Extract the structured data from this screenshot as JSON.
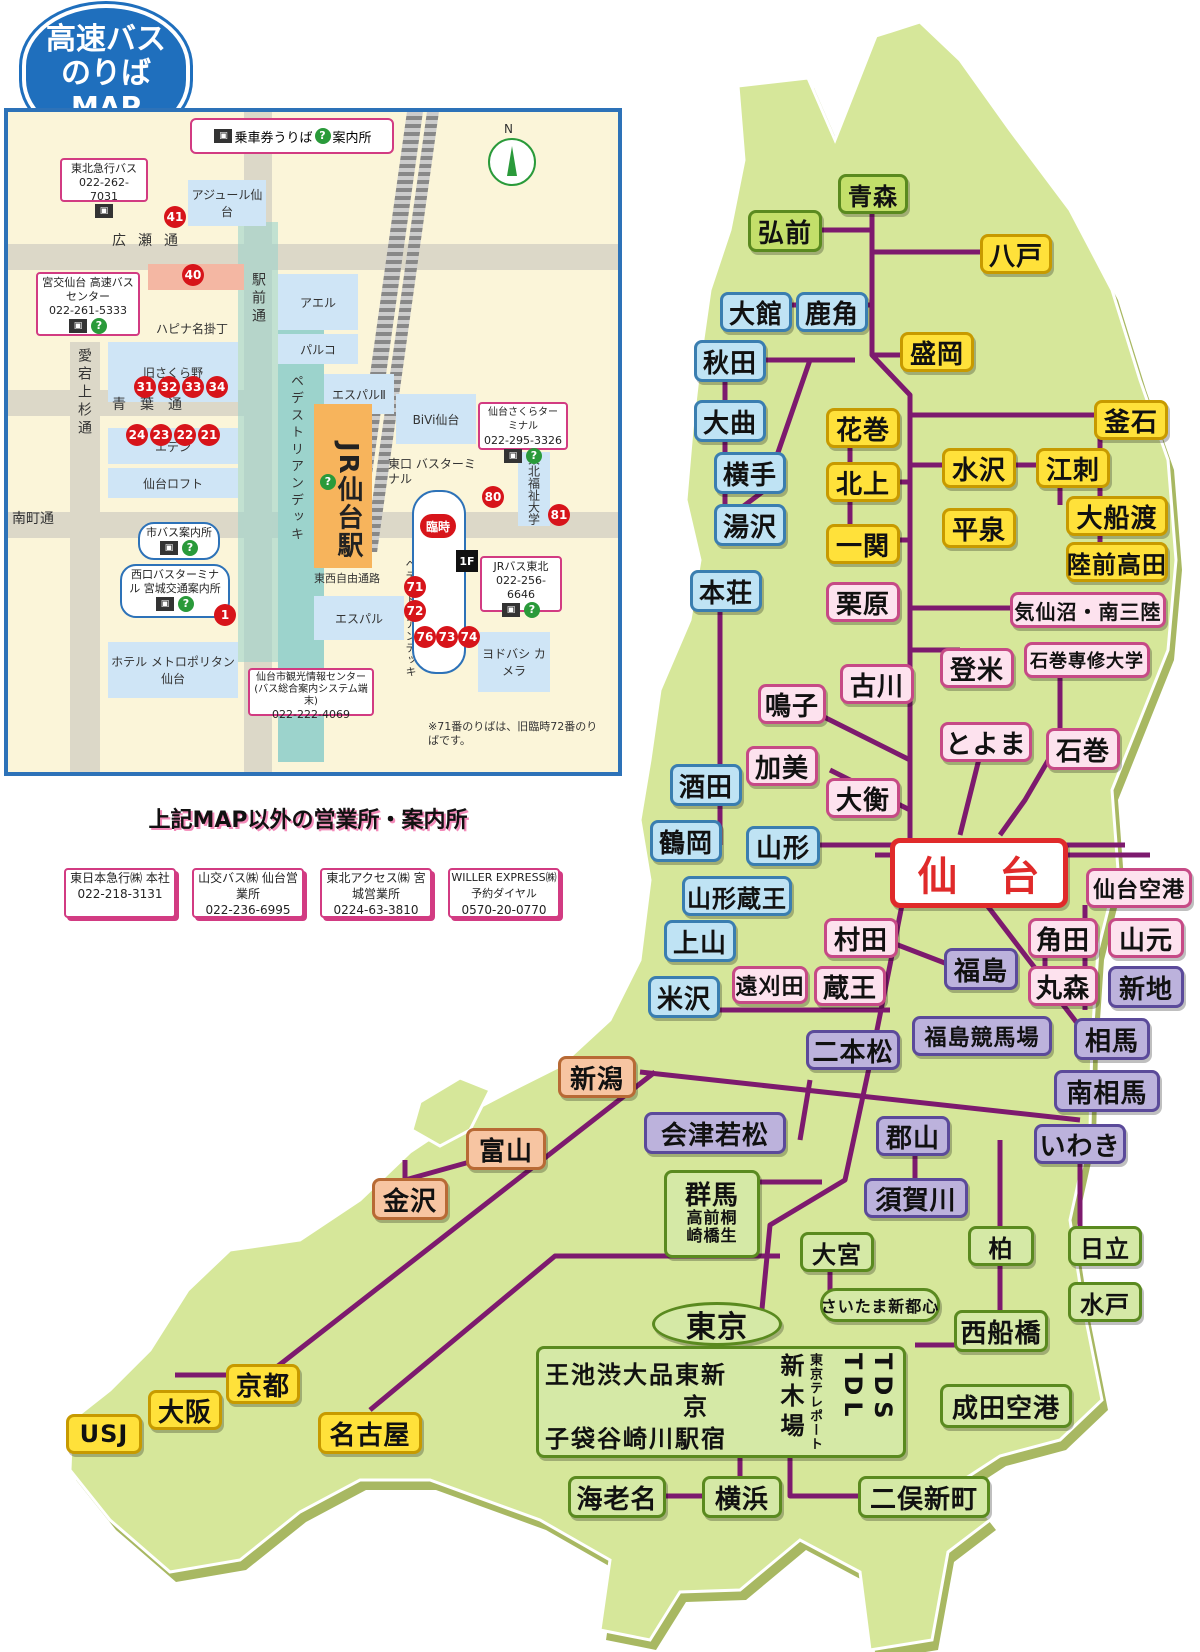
{
  "badge": {
    "line1": "高速バス",
    "line2": "のりば",
    "line3": "MAP"
  },
  "inset": {
    "legend": {
      "ticket_label": "乗車券うりば",
      "info_label": "案内所"
    },
    "north": "N",
    "roads": {
      "hirose": "広瀬通",
      "ekimae": "駅前通",
      "aoba": "青葉通",
      "atago": "愛宕上杉通",
      "minamimachi": "南町通",
      "higashinishi": "東西自由通路",
      "pedestrian_deck": "ペデストリアンデッキ",
      "pedestrian_deck2": "ペデストリアンデッキ"
    },
    "buildings": {
      "ajuru": "アジュール仙台",
      "aeru": "アエル",
      "paruko": "パルコ",
      "esupal2": "エスパルⅡ",
      "esupal": "エスパル",
      "bivi": "BiVi仙台",
      "sakurano": "旧さくら野",
      "eden": "エデン",
      "loft": "仙台ロフト",
      "hotel": "ホテル メトロポリタン仙台",
      "yodobashi": "ヨドバシ カメラ",
      "tohokufukushi": "東北福祉大学",
      "hapina": "ハピナ名掛丁",
      "jr_station": "JR仙台駅",
      "east_terminal": "東口 バスターミナル",
      "rinji": "臨時",
      "floor": "1F"
    },
    "stops": {
      "s41": "41",
      "s40": "40",
      "s31": "31",
      "s32": "32",
      "s33": "33",
      "s34": "34",
      "s24": "24",
      "s23": "23",
      "s22": "22",
      "s21": "21",
      "s1": "1",
      "s80": "80",
      "s81": "81",
      "s71": "71",
      "s72": "72",
      "s76": "76",
      "s73": "73",
      "s74": "74"
    },
    "callouts": {
      "tokyu": {
        "name": "東北急行バス",
        "tel": "022-262-7031"
      },
      "miyako": {
        "name": "宮交仙台 高速バスセンター",
        "tel": "022-261-5333"
      },
      "sakura": {
        "name": "仙台さくらターミナル",
        "tel": "022-295-3326"
      },
      "jrbus": {
        "name": "JRバス東北",
        "tel": "022-256-6646"
      },
      "shibus": {
        "name": "市バス案内所"
      },
      "nishiguchi": {
        "name": "西口バスターミナル 宮城交通案内所"
      },
      "kanko": {
        "name": "仙台市観光情報センター (バス総合案内システム端末)",
        "tel": "022-222-4069"
      }
    },
    "note": "※71番のりばは、旧臨時72番のりばです。"
  },
  "offices": {
    "heading": "上記MAP以外の営業所・案内所",
    "items": [
      {
        "name": "東日本急行㈱ 本社",
        "tel": "022-218-3131"
      },
      {
        "name": "山交バス㈱ 仙台営業所",
        "tel": "022-236-6995"
      },
      {
        "name": "東北アクセス㈱ 宮城営業所",
        "tel": "0224-63-3810"
      },
      {
        "name": "WILLER EXPRESS㈱ 予約ダイヤル",
        "tel": "0570-20-0770"
      }
    ]
  },
  "stations": {
    "aomori": "青森",
    "hirosaki": "弘前",
    "hachinohe": "八戸",
    "odate": "大館",
    "kazuno": "鹿角",
    "akita": "秋田",
    "morioka": "盛岡",
    "omagari": "大曲",
    "yokote": "横手",
    "yuzawa": "湯沢",
    "hanamaki": "花巻",
    "kitakami": "北上",
    "ichinoseki": "一関",
    "mizusawa": "水沢",
    "esashi": "江刺",
    "hiraizumi": "平泉",
    "kamaishi": "釜石",
    "ofunato": "大船渡",
    "rikuzentakata": "陸前高田",
    "honjo": "本荘",
    "kurihara": "栗原",
    "kesennuma": "気仙沼・南三陸",
    "tome": "登米",
    "ishinomaki_senshu": "石巻専修大学",
    "furukawa": "古川",
    "naruko": "鳴子",
    "toyoma": "とよま",
    "ishinomaki": "石巻",
    "kami": "加美",
    "taihira": "大衡",
    "sakata": "酒田",
    "tsuruoka": "鶴岡",
    "yamagata": "山形",
    "sendai": "仙　台",
    "yamagata_zao": "山形蔵王",
    "sendai_airport": "仙台空港",
    "murata": "村田",
    "kakuda": "角田",
    "yamamoto": "山元",
    "kaminoyama": "上山",
    "togatta": "遠刈田",
    "zao": "蔵王",
    "fukushima": "福島",
    "marumori": "丸森",
    "shinchi": "新地",
    "yonezawa": "米沢",
    "fukushima_keiba": "福島競馬場",
    "soma": "相馬",
    "nihonmatsu": "二本松",
    "niigata": "新潟",
    "minamisoma": "南相馬",
    "aizu": "会津若松",
    "koriyama": "郡山",
    "iwaki": "いわき",
    "toyama": "富山",
    "kanazawa": "金沢",
    "sukagawa": "須賀川",
    "gunma": "群馬",
    "gunma_sub": "高前桐 崎橋生",
    "omiya": "大宮",
    "kashiwa": "柏",
    "hitachi": "日立",
    "mito": "水戸",
    "saitama_shintoshin": "さいたま新都心",
    "tokyo": "東京",
    "funabashi": "西船橋",
    "kyoto": "京都",
    "osaka": "大阪",
    "usj": "USJ",
    "nagoya": "名古屋",
    "narita": "成田空港",
    "ebina": "海老名",
    "yokohama": "横浜",
    "futamata": "二俣新町"
  },
  "tokyo_box": {
    "row1": "王池渋大品東新　新東京テレポート　ＴＴ",
    "row2": "京　木　　ＤＤ",
    "row3": "子袋谷崎川駅宿　場　　ＳＬ",
    "line_top": "王池渋大品東新",
    "line_bot": "子袋谷崎川駅宿",
    "kyo": "京",
    "shinkiba": "新木場",
    "teleport": "東京テレポート",
    "tdl": "TDL",
    "tds": "TDS"
  },
  "colors": {
    "line": "#7d1a6e",
    "land": "#d6e79a",
    "sendai_border": "#e02a2a"
  }
}
